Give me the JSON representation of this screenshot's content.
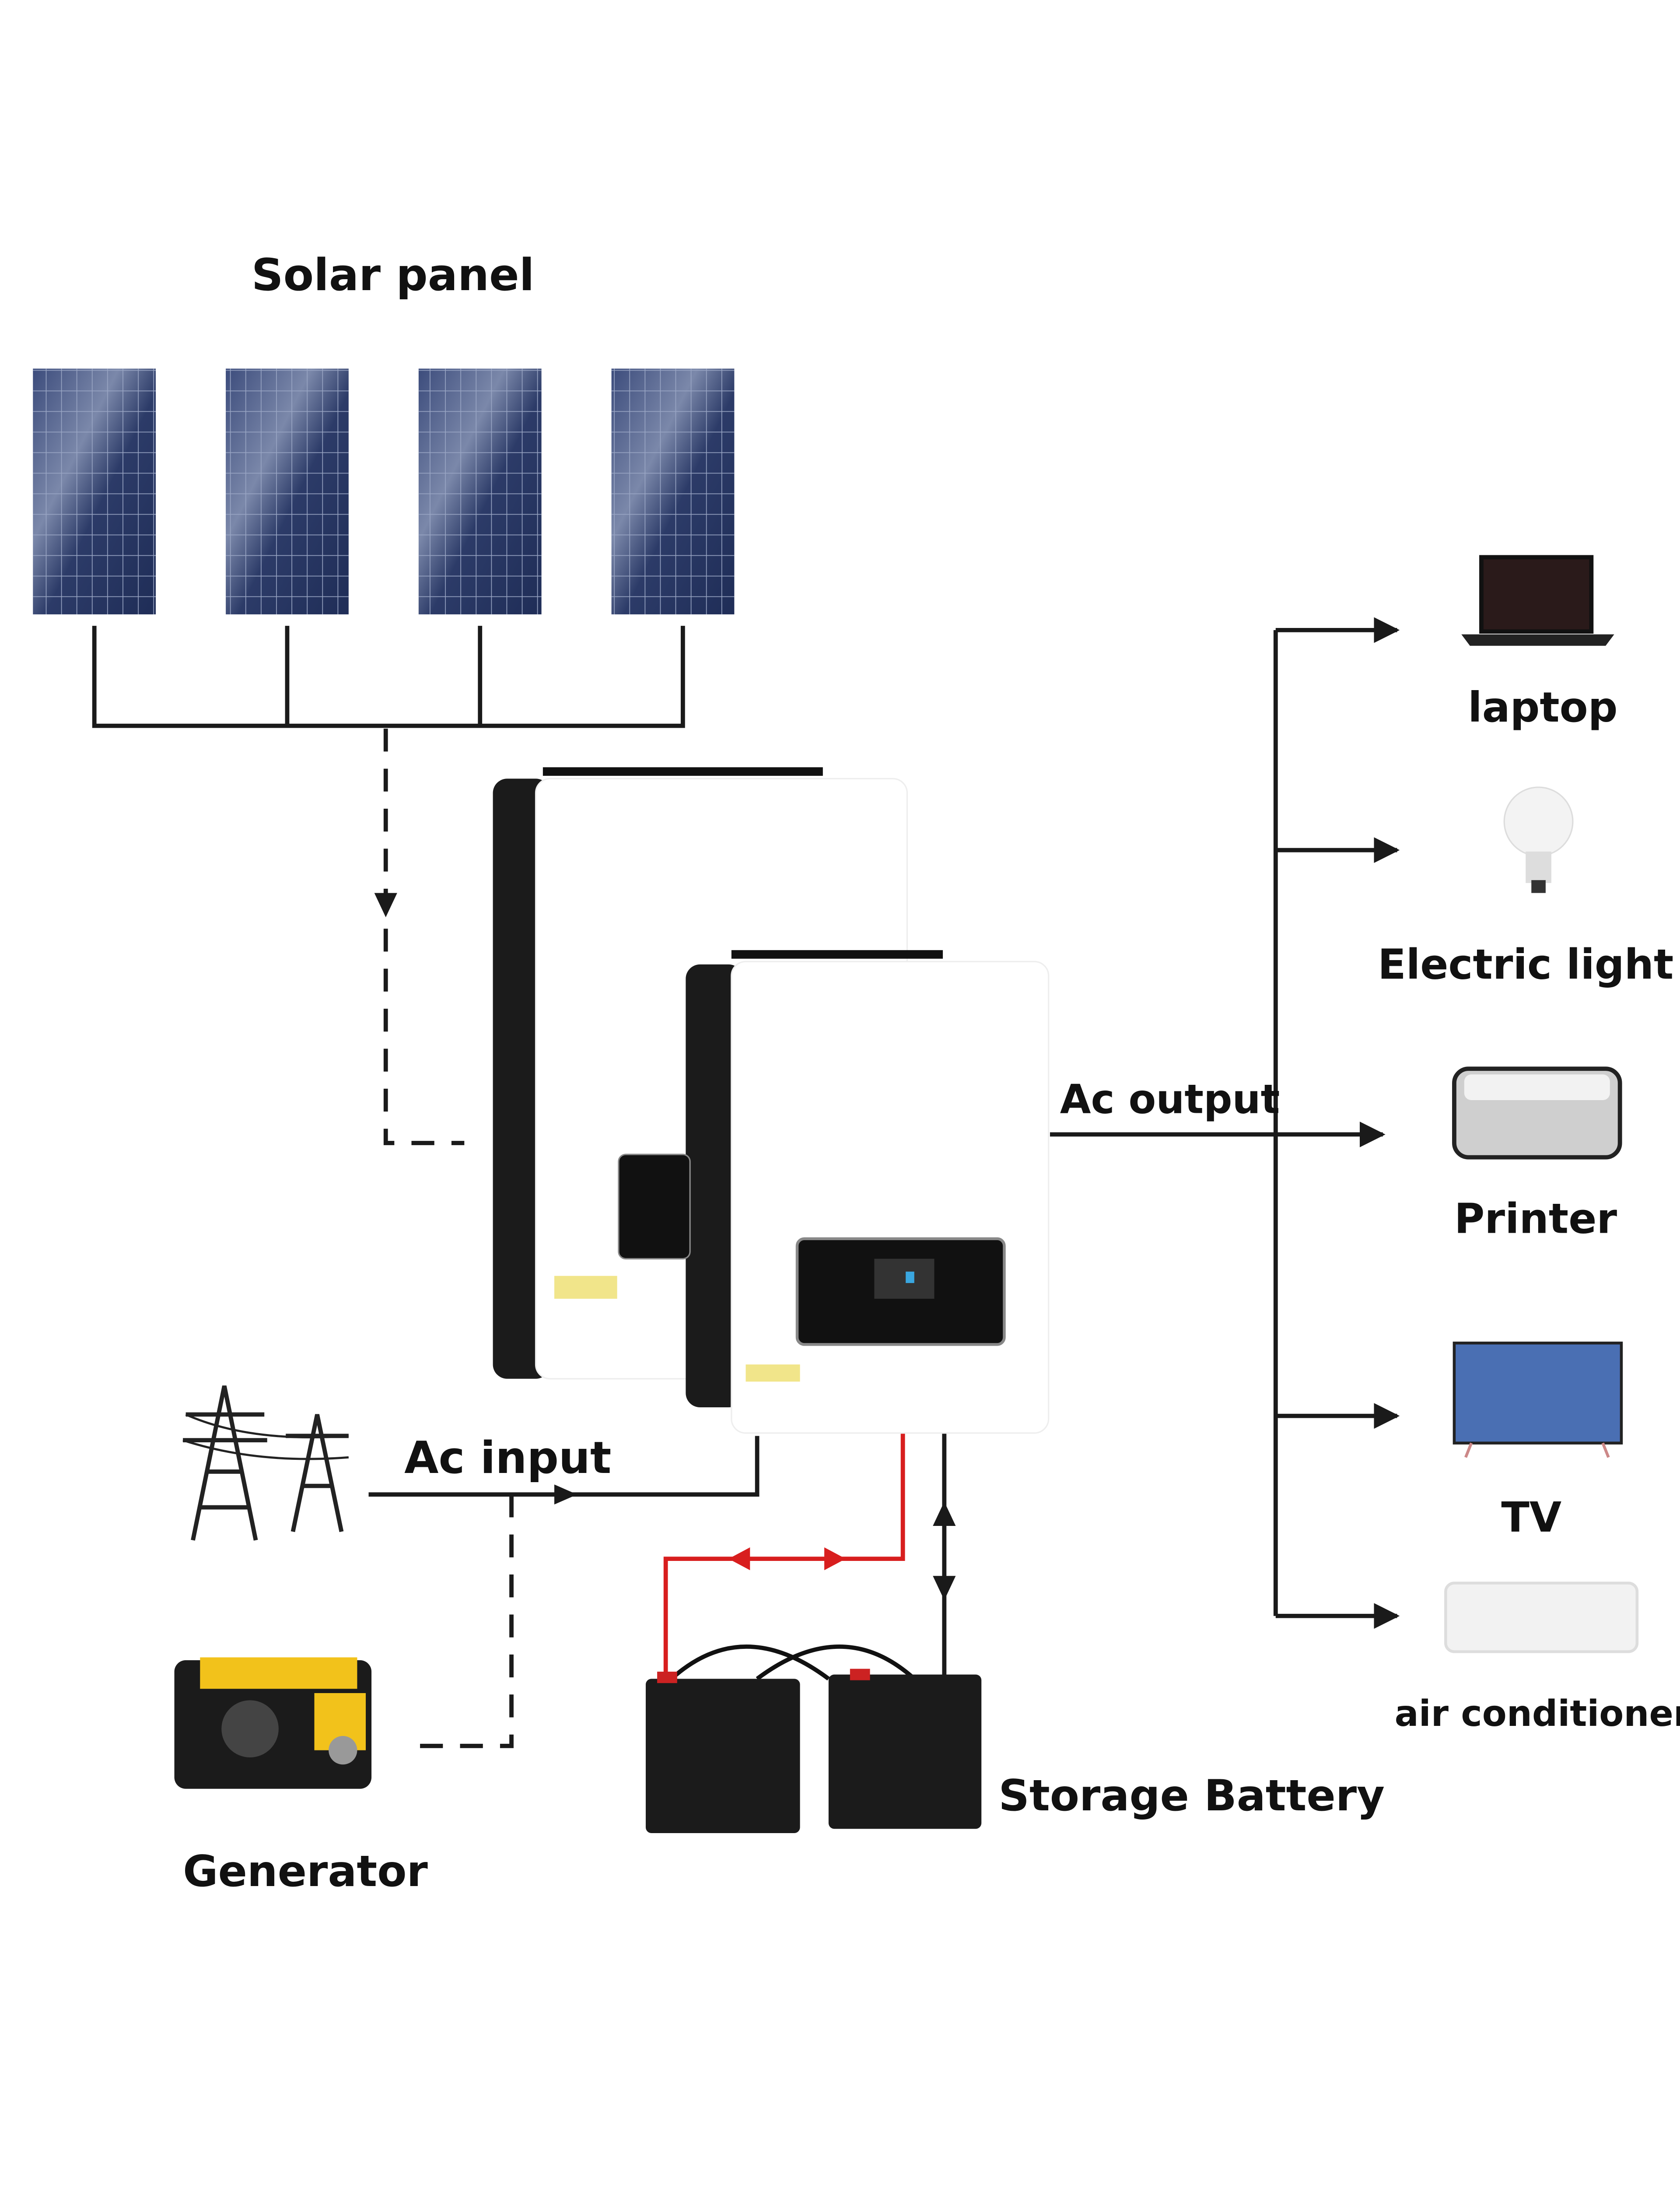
{
  "labels": {
    "solar_panel": "Solar panel",
    "ac_output": "Ac output",
    "ac_input": "Ac input",
    "generator": "Generator",
    "storage_battery": "Storage Battery",
    "laptop": "laptop",
    "electric_light": "Electric light",
    "printer": "Printer",
    "tv": "TV",
    "air_conditioner": "air conditioner"
  },
  "colors": {
    "line": "#1a1a1a",
    "battery_positive": "#d81e1e",
    "panel": "#2a3a66",
    "inverter_body": "#ffffff",
    "inverter_side": "#1b1b1b",
    "generator_yellow": "#f2c21b"
  },
  "icons": [
    "solar-panel-icon",
    "inverter-icon",
    "transmission-tower-icon",
    "generator-icon",
    "battery-icon",
    "laptop-icon",
    "light-bulb-icon",
    "printer-icon",
    "tv-icon",
    "air-conditioner-icon"
  ]
}
